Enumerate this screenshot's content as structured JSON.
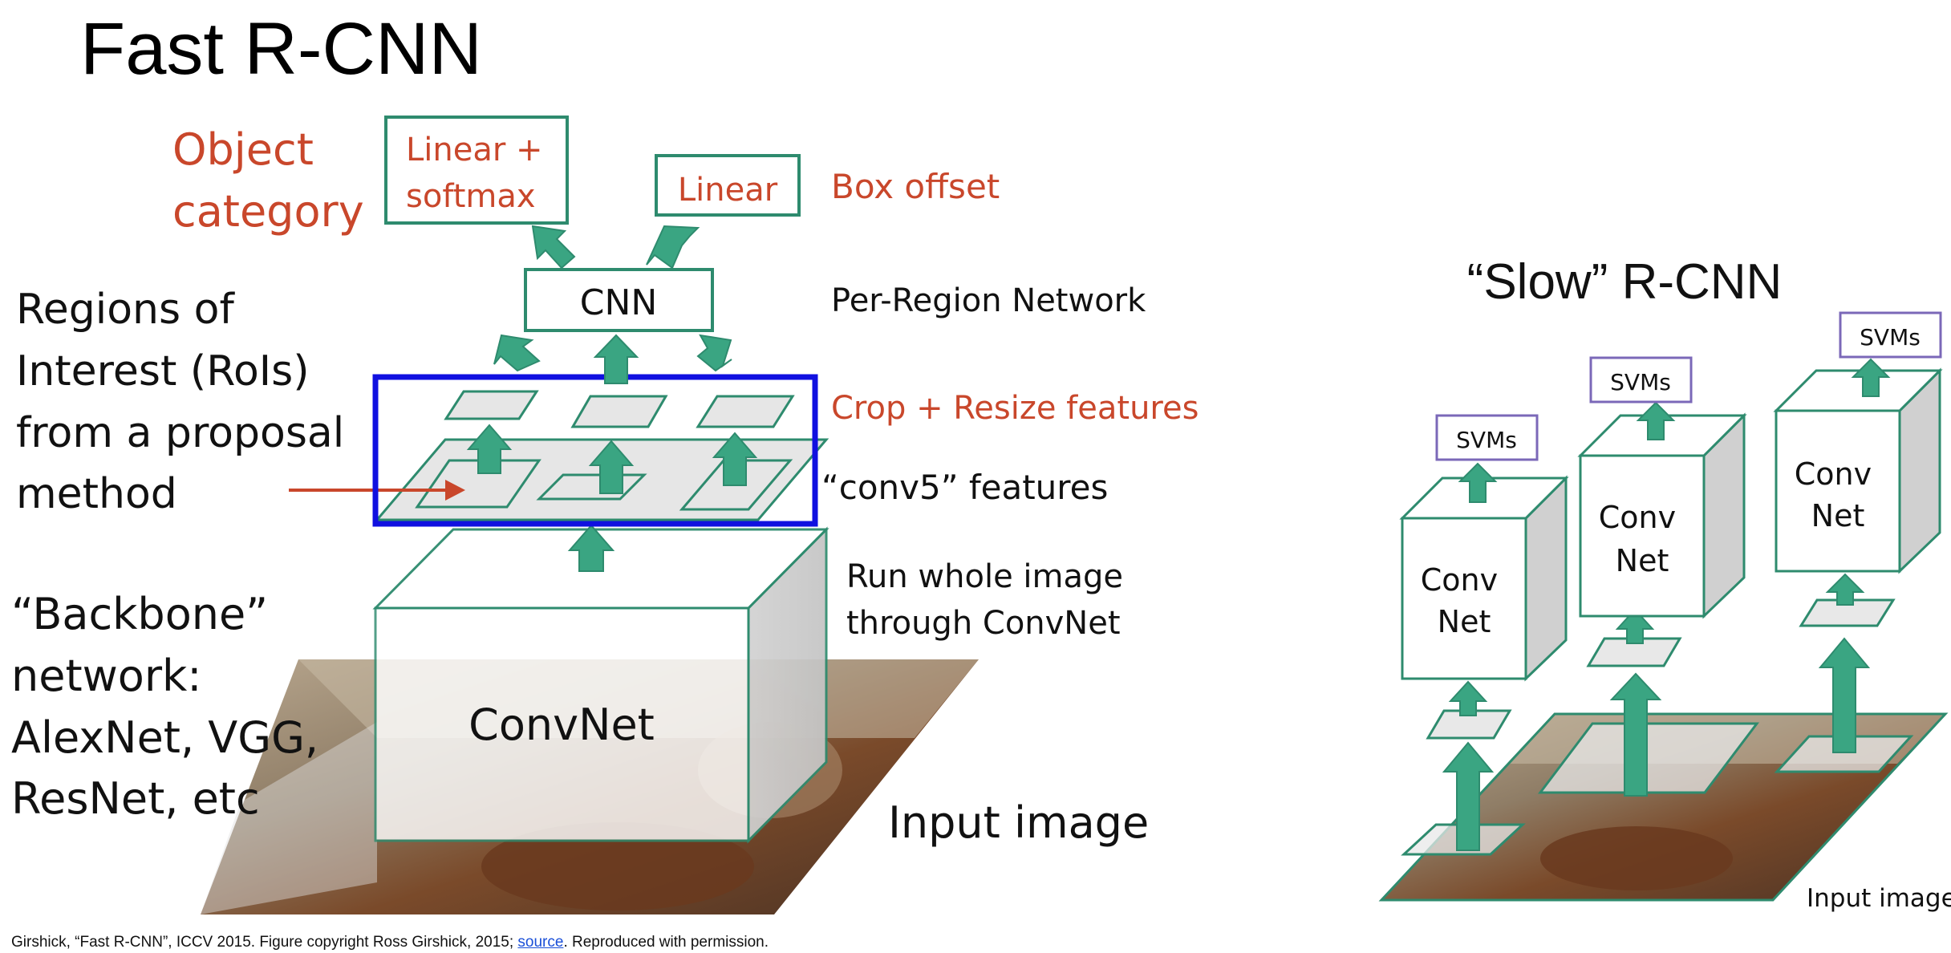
{
  "title": "Fast R-CNN",
  "fast_rcnn": {
    "object_category": [
      "Object",
      "category"
    ],
    "linear_softmax": [
      "Linear +",
      "softmax"
    ],
    "linear": "Linear",
    "box_offset": "Box offset",
    "cnn": "CNN",
    "per_region_network": "Per-Region Network",
    "crop_resize_features": "Crop + Resize features",
    "conv5_features": "“conv5” features",
    "run_whole_image": [
      "Run whole image",
      "through ConvNet"
    ],
    "rois": [
      "Regions of",
      "Interest (RoIs)",
      "from a proposal",
      "method"
    ],
    "backbone": [
      "“Backbone”",
      "network:",
      "AlexNet, VGG,",
      "ResNet, etc"
    ],
    "convnet": "ConvNet",
    "input_image": "Input image"
  },
  "slow_rcnn": {
    "title": "“Slow” R-CNN",
    "svms": [
      "SVMs",
      "SVMs",
      "SVMs"
    ],
    "conv_net": [
      [
        "Conv",
        "Net"
      ],
      [
        "Conv",
        "Net"
      ],
      [
        "Conv",
        "Net"
      ]
    ],
    "input_image": "Input image"
  },
  "footer": {
    "prefix": "Girshick, “Fast R-CNN”, ICCV 2015. Figure copyright Ross Girshick, 2015; ",
    "link": "source",
    "suffix": ". Reproduced with permission."
  },
  "colors": {
    "teal": "#2e8b6e",
    "teal_fill": "#3aa582",
    "orange_text": "#c9472b",
    "highlight_box": "#1010e0",
    "svm_border": "#7b68b8"
  }
}
